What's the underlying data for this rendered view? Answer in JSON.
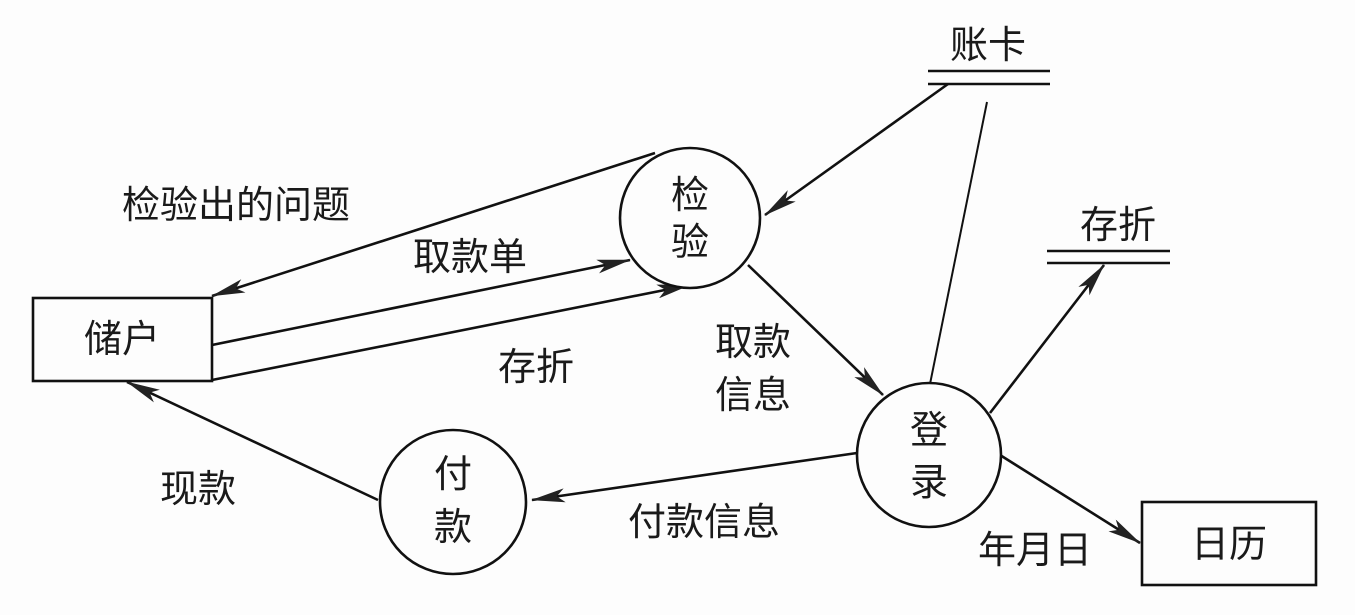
{
  "diagram": {
    "type": "data-flow-diagram",
    "colors": {
      "ink": "#111111",
      "background": "#fdfdfd"
    },
    "entities": [
      {
        "id": "depositor",
        "label": "储户"
      },
      {
        "id": "calendar",
        "label": "日历"
      }
    ],
    "processes": [
      {
        "id": "check",
        "label_line1": "检",
        "label_line2": "验"
      },
      {
        "id": "register",
        "label_line1": "登",
        "label_line2": "录"
      },
      {
        "id": "payment",
        "label_line1": "付",
        "label_line2": "款"
      }
    ],
    "stores": [
      {
        "id": "account_card",
        "label": "账卡"
      },
      {
        "id": "passbook",
        "label": "存折"
      }
    ],
    "flows": [
      {
        "from": "check",
        "to": "depositor",
        "label": "检验出的问题"
      },
      {
        "from": "depositor",
        "to": "check",
        "label": "取款单"
      },
      {
        "from": "depositor",
        "to": "check",
        "label": "存折"
      },
      {
        "from": "account_card",
        "to": "check",
        "label": ""
      },
      {
        "from": "check",
        "to": "register",
        "label_line1": "取款",
        "label_line2": "信息"
      },
      {
        "from": "account_card",
        "to": "register",
        "label": ""
      },
      {
        "from": "register",
        "to": "passbook",
        "label": ""
      },
      {
        "from": "register",
        "to": "payment",
        "label": "付款信息"
      },
      {
        "from": "payment",
        "to": "depositor",
        "label": "现款"
      },
      {
        "from": "register",
        "to": "calendar",
        "label": "年月日"
      }
    ]
  }
}
